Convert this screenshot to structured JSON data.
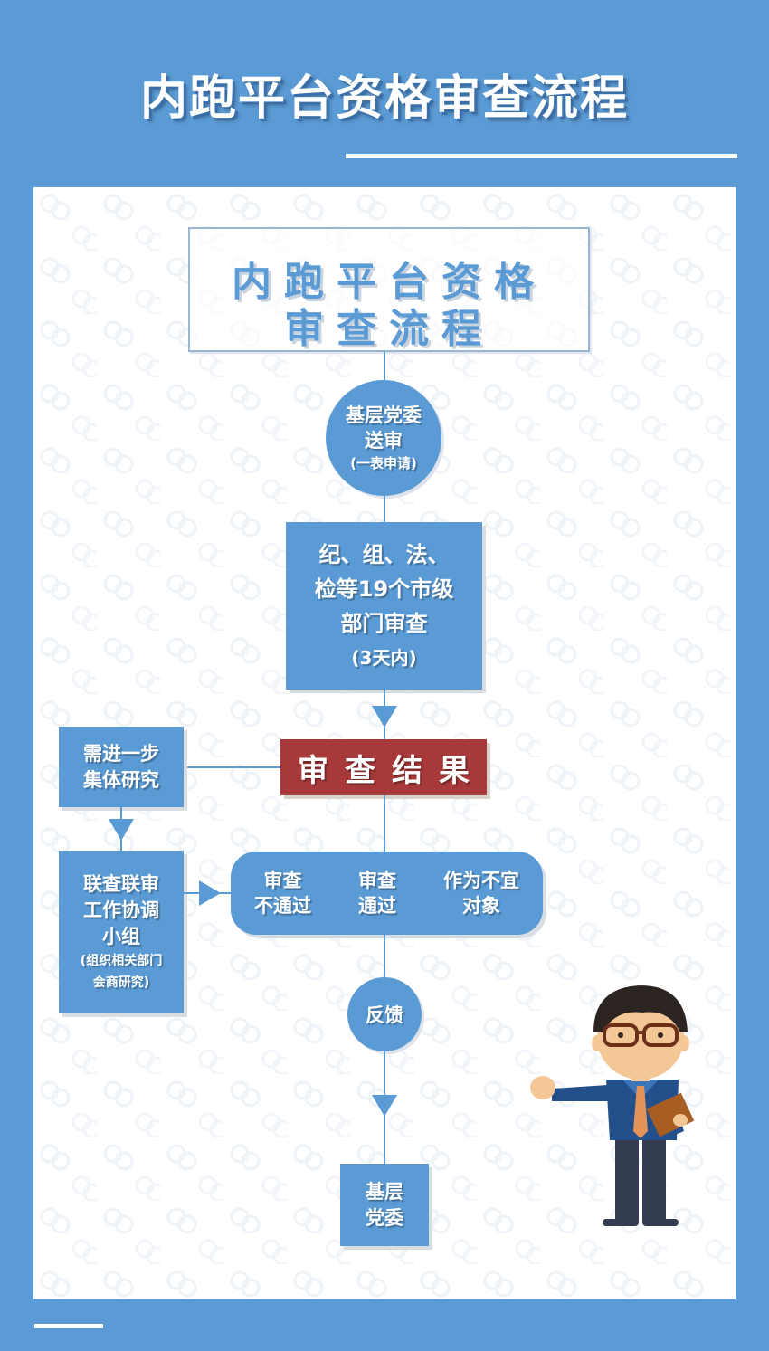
{
  "page": {
    "title": "内跑平台资格审查流程",
    "background_color": "#5b9bd5",
    "accent_red": "#a8393a"
  },
  "header_box": {
    "line1": "内跑平台资格",
    "line2": "审查流程"
  },
  "flow": {
    "step1": {
      "line1": "基层党委",
      "line2": "送审",
      "line3": "(一表申请)"
    },
    "step2": {
      "line1": "纪、组、法、",
      "line2": "检等19个市级",
      "line3": "部门审查",
      "line4": "(3天内)"
    },
    "result": {
      "label": "审查结果"
    },
    "side1": {
      "line1": "需进一步",
      "line2": "集体研究"
    },
    "side2": {
      "line1": "联查联审",
      "line2": "工作协调",
      "line3": "小组",
      "line4": "(组织相关部门",
      "line5": "会商研究)"
    },
    "outcomes": [
      {
        "line1": "审查",
        "line2": "不通过"
      },
      {
        "line1": "审查",
        "line2": "通过"
      },
      {
        "line1": "作为不宜",
        "line2": "对象"
      }
    ],
    "feedback": {
      "label": "反馈"
    },
    "final": {
      "line1": "基层",
      "line2": "党委"
    }
  },
  "illustration": {
    "subject": "cartoon man with glasses holding a clipboard, gesturing"
  }
}
